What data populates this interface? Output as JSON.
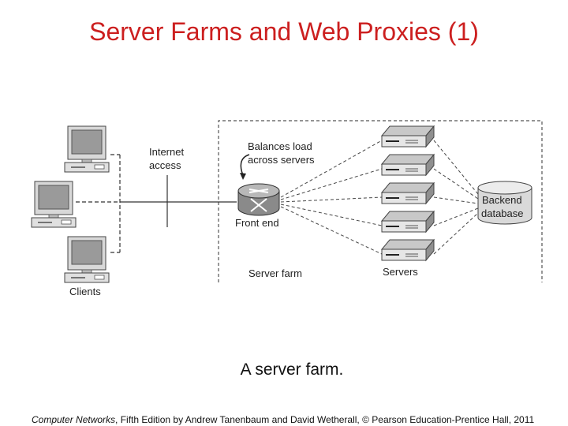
{
  "slide": {
    "title": "Server Farms and Web Proxies (1)",
    "caption": "A server farm.",
    "footer": {
      "book": "Computer Networks",
      "rest": ", Fifth Edition by Andrew Tanenbaum and David Wetherall, © Pearson Education-Prentice Hall, 2011"
    }
  },
  "diagram": {
    "labels": {
      "internet_line1": "Internet",
      "internet_line2": "access",
      "balances_line1": "Balances load",
      "balances_line2": "across servers",
      "front_end": "Front end",
      "backend_line1": "Backend",
      "backend_line2": "database",
      "server_farm": "Server farm",
      "servers": "Servers",
      "clients": "Clients"
    },
    "client_count": 3,
    "server_count": 5
  }
}
